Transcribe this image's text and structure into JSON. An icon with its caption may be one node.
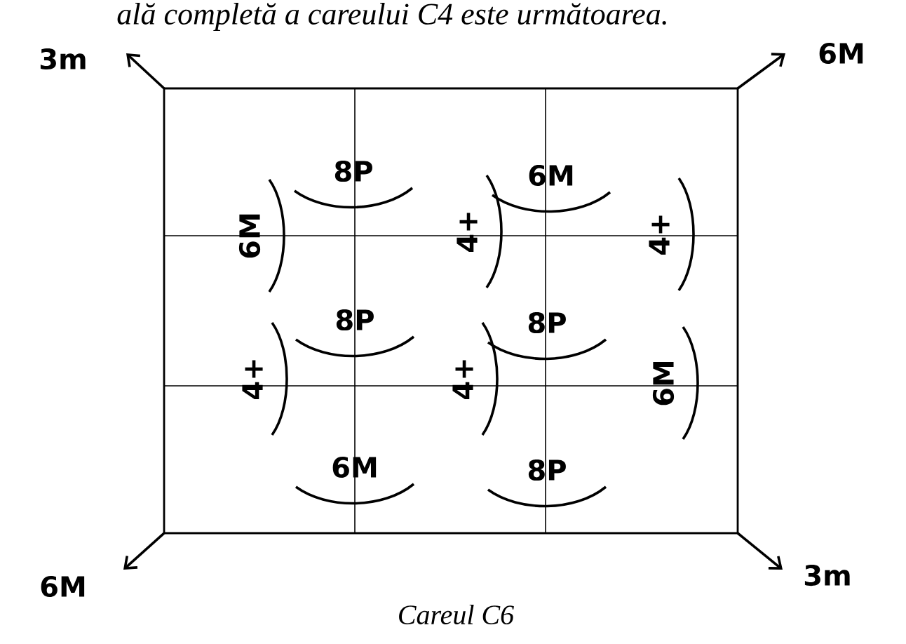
{
  "diagram": {
    "caption": "Careul C6",
    "labels": [
      "ală completă a careului C4 este următoarea.",
      "3m",
      "6M",
      "8P",
      "6M",
      "6M",
      "4+",
      "4+",
      "8P",
      "8P",
      "4+",
      "4+",
      "6M",
      "6M",
      "8P",
      "6M",
      "3m"
    ]
  }
}
